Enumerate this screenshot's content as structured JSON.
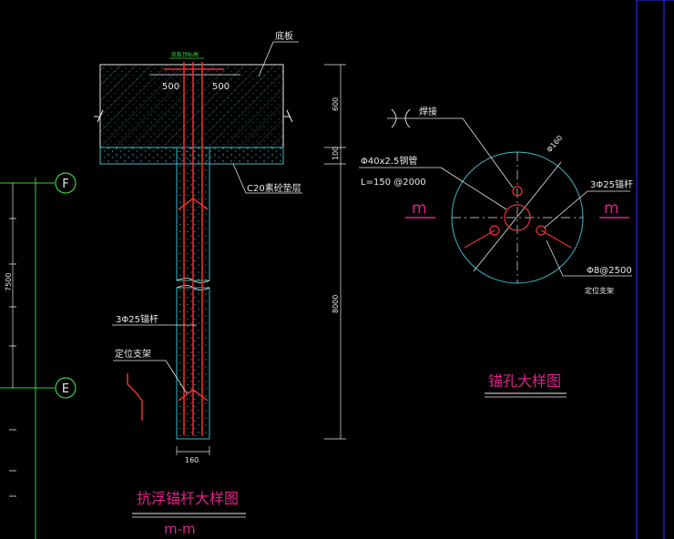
{
  "grid": {
    "axis_f": "F",
    "axis_e": "E",
    "dim_fe": "7500"
  },
  "section": {
    "slab_label": "底板",
    "top_note": "底板顶标高",
    "dim_left": "500",
    "dim_right": "500",
    "bedding_label": "C20素砼垫层",
    "bar_label": "3Φ25锚杆",
    "spacer_label": "定位支架",
    "width_dim": "160",
    "dim_slab": "600",
    "dim_bedding": "100",
    "dim_anchor": "8000",
    "title": "抗浮锚杆大样图",
    "subtitle": "m-m"
  },
  "hole": {
    "grout_label": "焊接",
    "pipe_label": "Φ40x2.5钢管",
    "pipe_spacing": "L=150 @2000",
    "diameter_label": "Φ160",
    "bar_label": "3Φ25锚杆",
    "ring_label": "Φ8@2500",
    "spacer_label": "定位支架",
    "cut_left": "m",
    "cut_right": "m",
    "title": "锚孔大样图"
  },
  "colors": {
    "background": "#000000",
    "line": "#e8e8e8",
    "concrete": "#3fb8c8",
    "rebar": "#e83030",
    "accent": "#e0208a",
    "grid_line": "#39d239",
    "border": "#3030ff"
  }
}
